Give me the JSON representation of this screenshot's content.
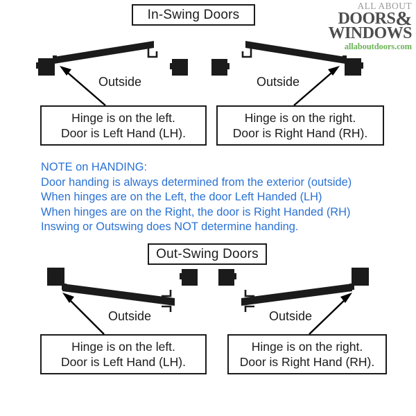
{
  "logo": {
    "line1": "ALL ABOUT",
    "line2": "DOORS",
    "amp": "&",
    "line3": "WINDOWS",
    "url": "allaboutdoors.com",
    "color_gray_light": "#9a9a9a",
    "color_gray_dark": "#4d4d4d",
    "color_green": "#6db35a"
  },
  "sections": {
    "inswing_title": "In-Swing Doors",
    "outswing_title": "Out-Swing Doors"
  },
  "labels": {
    "outside": "Outside"
  },
  "callouts": {
    "inswing_left": {
      "line1": "Hinge is on the left.",
      "line2": "Door is Left Hand (LH)."
    },
    "inswing_right": {
      "line1": "Hinge is on the right.",
      "line2": "Door is Right Hand (RH)."
    },
    "outswing_left": {
      "line1": "Hinge is on the left.",
      "line2": "Door is Left Hand (LH)."
    },
    "outswing_right": {
      "line1": "Hinge is on the right.",
      "line2": "Door is Right Hand (RH)."
    }
  },
  "note": {
    "heading": "NOTE on HANDING:",
    "line1": "Door handing is always determined from the exterior (outside)",
    "line2": "When hinges are on the Left, the door Left Handed (LH)",
    "line3": "When hinges are on the Right, the door is Right Handed (RH)",
    "line4": "Inswing or Outswing does NOT determine handing.",
    "color": "#2a72d4"
  },
  "diagram": {
    "door_color": "#1b1b1b",
    "jamb_color": "#1b1b1b",
    "arrow_color": "#000000",
    "inswing_left_desc": "door panel swings inward from left hinge jamb",
    "inswing_right_desc": "door panel swings inward from right hinge jamb",
    "outswing_left_desc": "door panel swings outward from left hinge jamb",
    "outswing_right_desc": "door panel swings outward from right hinge jamb"
  }
}
